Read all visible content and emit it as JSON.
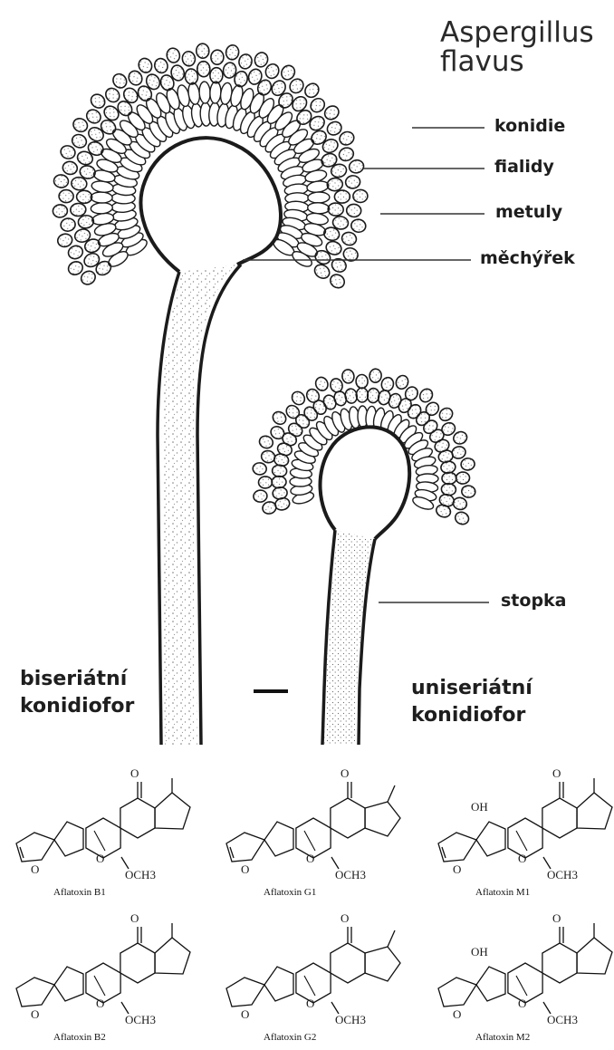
{
  "title": {
    "line1": "Aspergillus",
    "line2": "flavus"
  },
  "parts": {
    "konidie": "konidie",
    "fialidy": "fialidy",
    "metuly": "metuly",
    "mechyrek": "měchýřek",
    "stopka": "stopka"
  },
  "types": {
    "biseriate_line1": "biseriátní",
    "biseriate_line2": "konidiofor",
    "uniseriate_line1": "uniseriátní",
    "uniseriate_line2": "konidiofor"
  },
  "molecules": [
    {
      "name": "Aflatoxin B1",
      "oh": "",
      "ome": "OCH3",
      "o": "O"
    },
    {
      "name": "Aflatoxin G1",
      "oh": "",
      "ome": "OCH3",
      "o": "O"
    },
    {
      "name": "Aflatoxin M1",
      "oh": "OH",
      "ome": "OCH3",
      "o": "O"
    },
    {
      "name": "Aflatoxin B2",
      "oh": "",
      "ome": "OCH3",
      "o": "O"
    },
    {
      "name": "Aflatoxin G2",
      "oh": "",
      "ome": "OCH3",
      "o": "O"
    },
    {
      "name": "Aflatoxin M2",
      "oh": "OH",
      "ome": "OCH3",
      "o": "O"
    }
  ],
  "colors": {
    "ink": "#1b1b1b",
    "background": "#ffffff",
    "stipple": "#8a8a8a"
  }
}
